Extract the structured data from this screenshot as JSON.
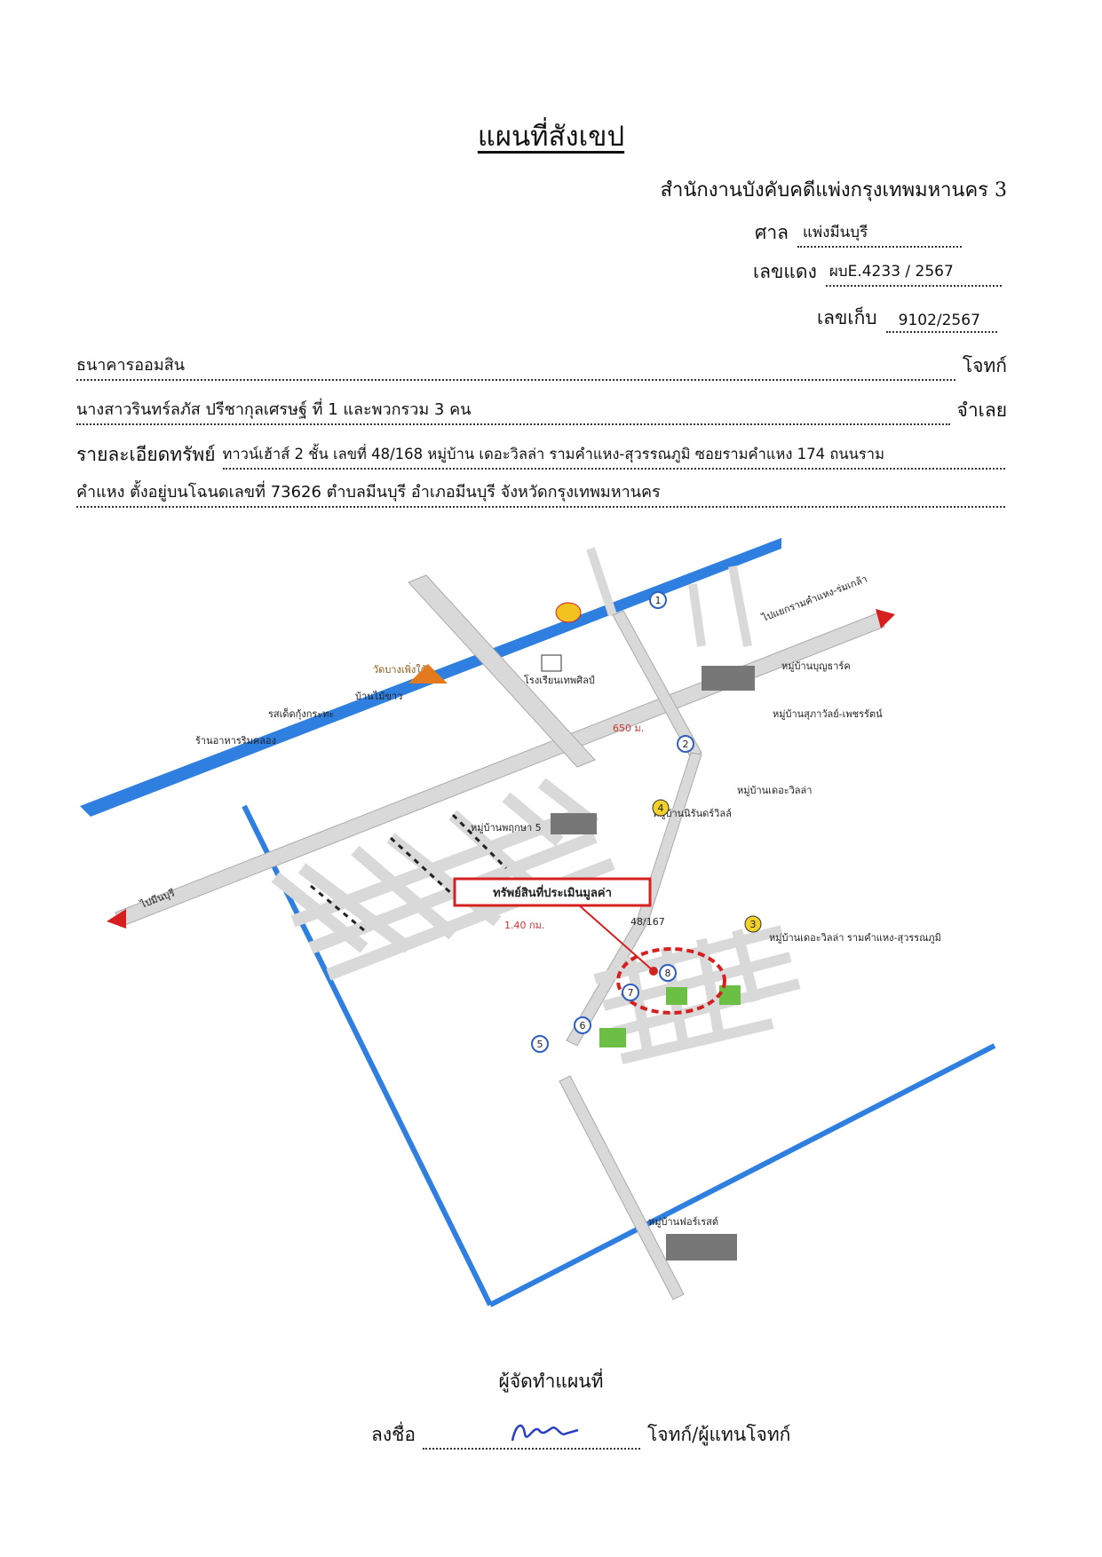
{
  "title": "แผนที่สังเขป",
  "office": "สำนักงานบังคับคดีแพ่งกรุงเทพมหานคร 3",
  "court": {
    "label": "ศาล",
    "value": "แพ่งมีนบุรี"
  },
  "red_case": {
    "label": "เลขแดง",
    "value": "ผบE.4233 / 2567"
  },
  "storage_no": {
    "label": "เลขเก็บ",
    "value": "9102/2567"
  },
  "plaintiff": {
    "value": "ธนาคารออมสิน",
    "role": "โจทก์"
  },
  "defendant": {
    "value": "นางสาวรินทร์ลภัส ปรีชากุลเศรษฐ์ ที่ 1 และพวกรวม 3 คน",
    "role": "จำเลย"
  },
  "property": {
    "label": "รายละเอียดทรัพย์",
    "line1": "ทาวน์เฮ้าส์ 2 ชั้น เลขที่ 48/168 หมู่บ้าน เดอะวิลล่า รามคำแหง-สุวรรณภูมิ ซอยรามคำแหง 174 ถนนราม",
    "line2": "คำแหง ตั้งอยู่บนโฉนดเลขที่ 73626 ตำบลมีนบุรี อำเภอมีนบุรี จังหวัดกรุงเทพมหานคร"
  },
  "map": {
    "property_label": "ทรัพย์สินที่ประเมินมูลค่า",
    "unit_label": "48/167",
    "places": {
      "temple": "วัดบางเพิ่งใต้",
      "school": "โรงเรียนเทพศิลป์",
      "village_1": "หมู่บ้านบุญธาร์ค",
      "village_2": "หมู่บ้านสุภาวัลย์-เพชรรัตน์",
      "village_3": "หมู่บ้านพฤกษา 5",
      "village_4": "หมู่บ้านเดอะวิลล่า",
      "village_5": "หมู่บ้านนิรันดร์วิลล์",
      "village_6": "หมู่บ้านเดอะวิลล่า รามคำแหง-สุวรรณภูมิ",
      "village_7": "หมู่บ้านฟอร์เรสต์",
      "shop_1": "บ้านไม้ขาว",
      "shop_2": "รสเด็ดกุ้งกระทะ",
      "shop_3": "ร้านอาหารริมคลอง",
      "to_city": "ไปมีนบุรี",
      "to_airport": "ไปแยกรามคำแหง-ร่มเกล้า",
      "dist_1": "650 ม.",
      "dist_2": "1.40 กม."
    },
    "markers": [
      "1",
      "2",
      "3",
      "4",
      "5",
      "6",
      "7",
      "8"
    ],
    "colors": {
      "water": "#2f7fe0",
      "road": "#d9d9d9",
      "highlight": "#d62020",
      "park": "#6bbf45",
      "marker": "#f2d02a"
    }
  },
  "map_maker": "ผู้จัดทำแผนที่",
  "signature": {
    "label": "ลงชื่อ",
    "role": "โจทก์/ผู้แทนโจทก์"
  }
}
